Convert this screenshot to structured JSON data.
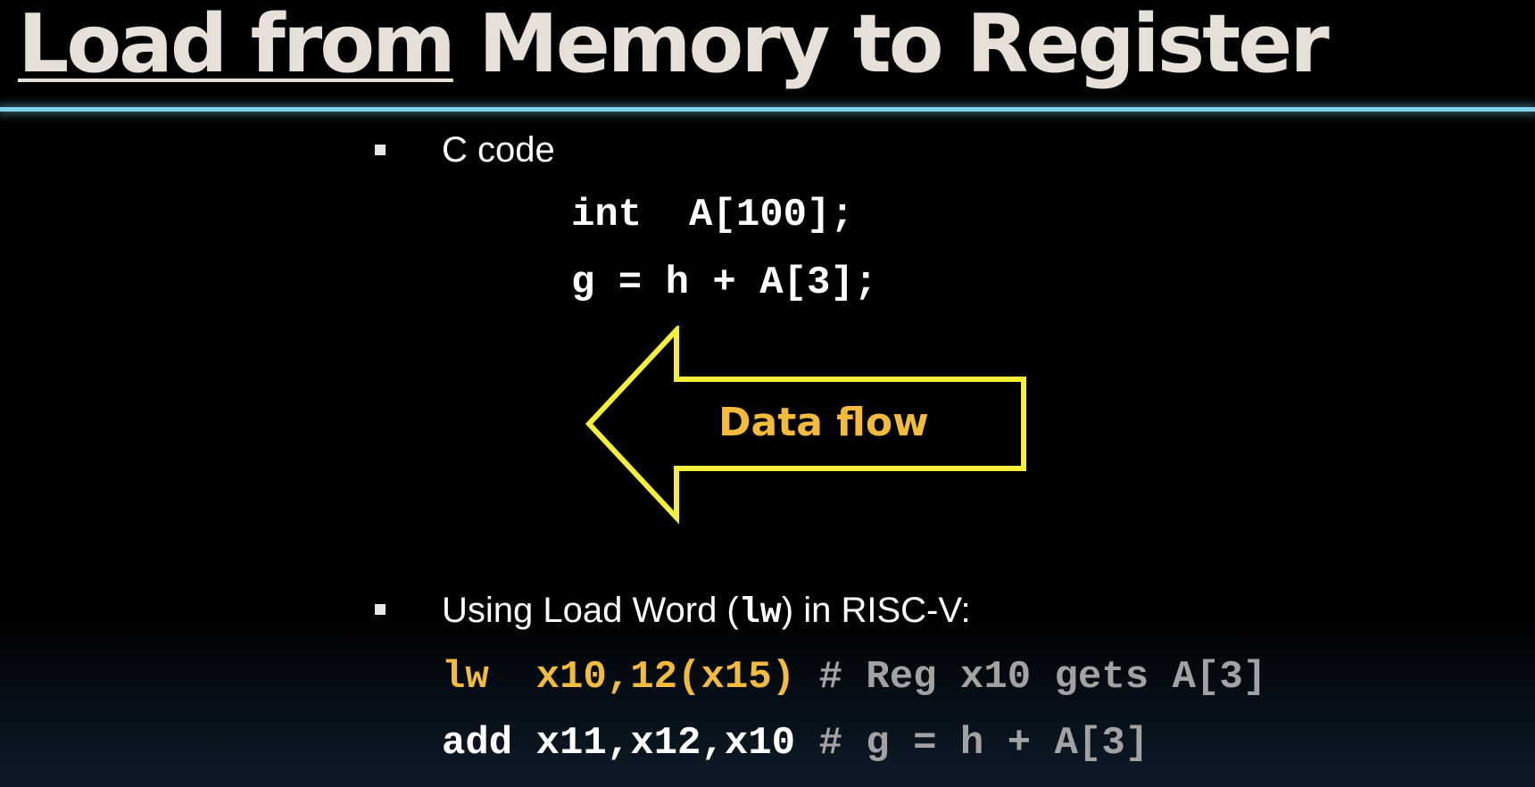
{
  "title": {
    "part_underlined": "Load from",
    "part_rest": "Memory to Register"
  },
  "bullets": [
    {
      "label": "C code",
      "code_lines": [
        "int  A[100];",
        "g = h + A[3];"
      ]
    },
    {
      "label_prefix": "Using Load Word (",
      "label_code": "lw",
      "label_suffix": ") in RISC-V:",
      "asm_lines": [
        {
          "instr": "lw  x10,12(x15)",
          "comment": "# Reg x10 gets A[3]"
        },
        {
          "instr": "add x11,x12,x10",
          "comment": "# g = h + A[3]"
        }
      ]
    }
  ],
  "arrow": {
    "label": "Data flow",
    "direction": "left"
  },
  "colors": {
    "background": "#000000",
    "title": "#e6e0d8",
    "rule": "#7fd2ea",
    "highlight": "#f2bb3c",
    "arrow_outline": "#f5ef3a",
    "comment": "#a2a2a2"
  }
}
